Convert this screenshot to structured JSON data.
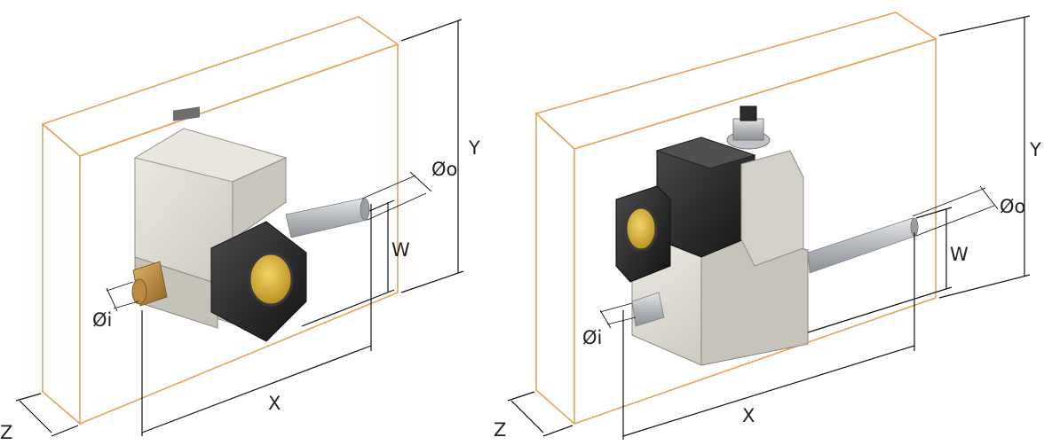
{
  "colors": {
    "box_outline": "#e8a35a",
    "dimension_lines": "#111111",
    "valve_body_light": "#d9d7cf",
    "valve_body_dark": "#2a2a2a",
    "pressure_switch_face": "#d8b43a",
    "brass_fitting": "#b8893f",
    "pipe_steel": "#b9bcc0"
  },
  "icons": {
    "left_unit": "gas-valve-icon",
    "right_unit": "gas-multiblock-icon"
  },
  "left": {
    "label_y": "Y",
    "label_w": "W",
    "label_x": "X",
    "label_z": "Z",
    "label_oi": "Øi",
    "label_oo": "Øo"
  },
  "right": {
    "label_y": "Y",
    "label_w": "W",
    "label_x": "X",
    "label_z": "Z",
    "label_oi": "Øi",
    "label_oo": "Øo"
  }
}
